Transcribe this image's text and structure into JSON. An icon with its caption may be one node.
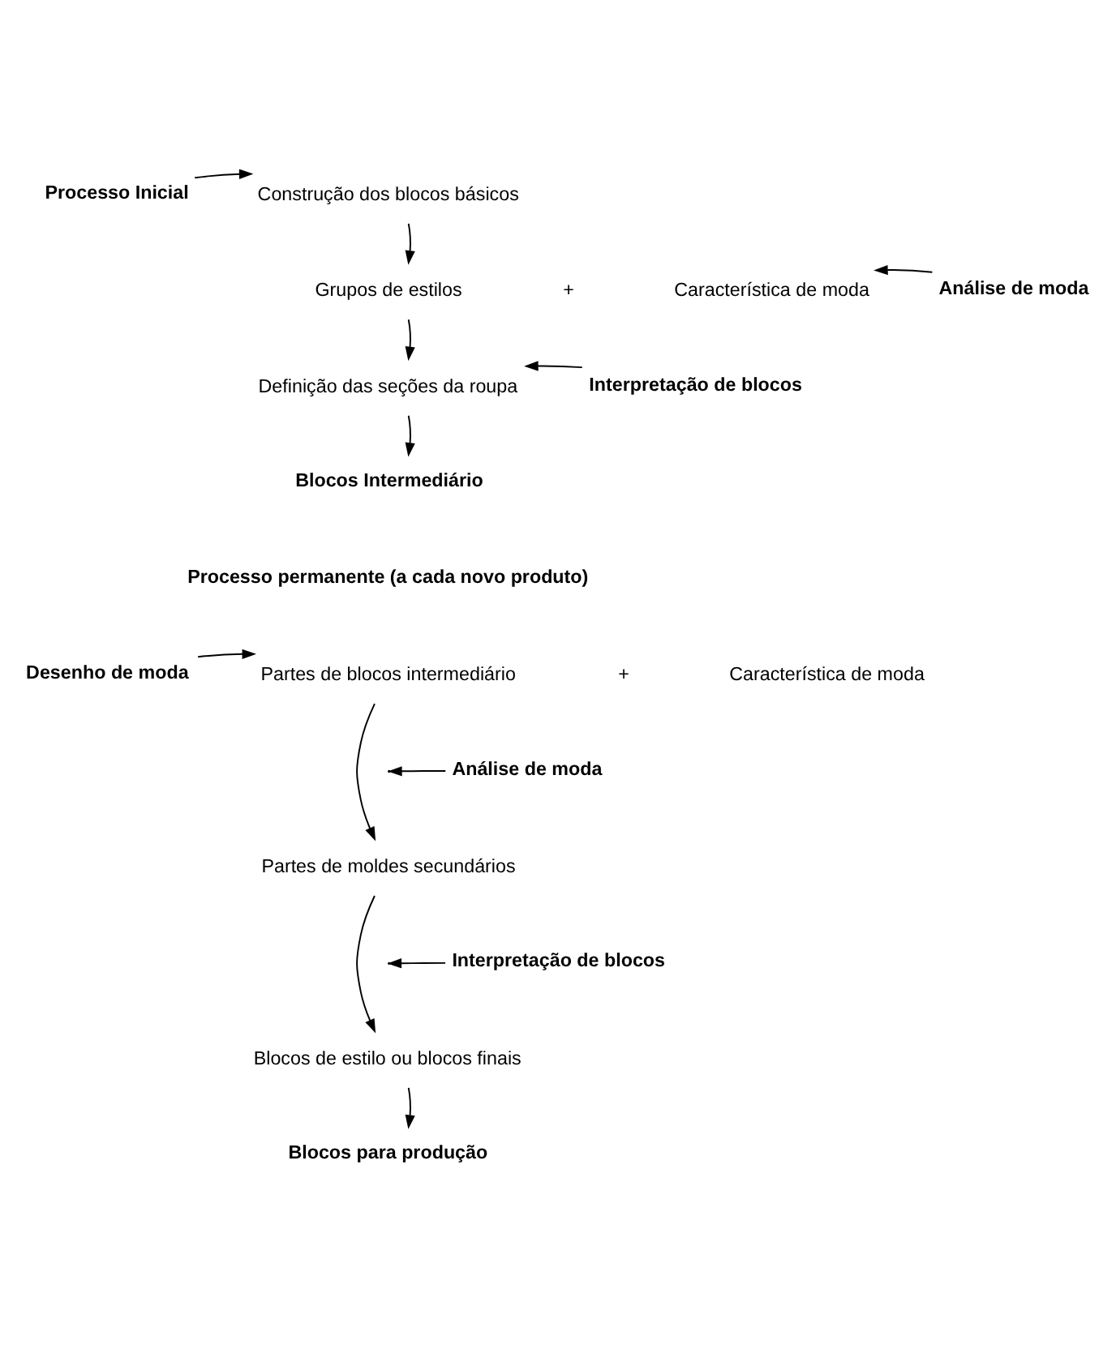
{
  "diagram": {
    "nodes": [
      {
        "text": [
          "Processo Inicial"
        ]
      },
      {
        "text": [
          "Construção dos blocos básicos"
        ]
      },
      {
        "text": [
          "Grupos de estilos"
        ]
      },
      {
        "text": [
          "Característica de moda"
        ]
      },
      {
        "text": [
          "Análise de moda"
        ]
      },
      {
        "text": [
          "Definição das seções da roupa"
        ]
      },
      {
        "text": [
          "Interpretação de blocos"
        ]
      },
      {
        "text": [
          "Blocos Intermediário"
        ]
      },
      {
        "text": [
          "Desenho de moda"
        ]
      },
      {
        "text": [
          "Partes de blocos intermediário"
        ]
      },
      {
        "text": [
          "Característica de moda"
        ]
      },
      {
        "text": [
          "Análise de moda"
        ]
      },
      {
        "text": [
          "Partes de moldes secundários"
        ]
      },
      {
        "text": [
          "Interpretação de blocos"
        ]
      },
      {
        "text": [
          "Blocos de estilo ou blocos finais"
        ]
      },
      {
        "text": [
          "Blocos para produção"
        ]
      }
    ],
    "edges": [
      {
        "from": 0,
        "to": 1,
        "arrow": "to"
      },
      {
        "from": 1,
        "to": 2,
        "arrow": "to"
      },
      {
        "from": 2,
        "to": 5,
        "arrow": "to"
      },
      {
        "from": 4,
        "to": 3,
        "arrow": "to"
      },
      {
        "from": 6,
        "to": 5,
        "arrow": "to"
      },
      {
        "from": 5,
        "to": 7,
        "arrow": "to"
      },
      {
        "from": 8,
        "to": 9,
        "arrow": "to"
      },
      {
        "from": 9,
        "to": 12,
        "arrow": "to"
      },
      {
        "from": 11,
        "to": null,
        "arrow": "to"
      },
      {
        "from": 12,
        "to": 14,
        "arrow": "to"
      },
      {
        "from": 13,
        "to": null,
        "arrow": "to"
      },
      {
        "from": 14,
        "to": 15,
        "arrow": "to"
      }
    ],
    "labels": [
      "+",
      "Processo permanente (a cada novo produto)",
      "+"
    ]
  }
}
